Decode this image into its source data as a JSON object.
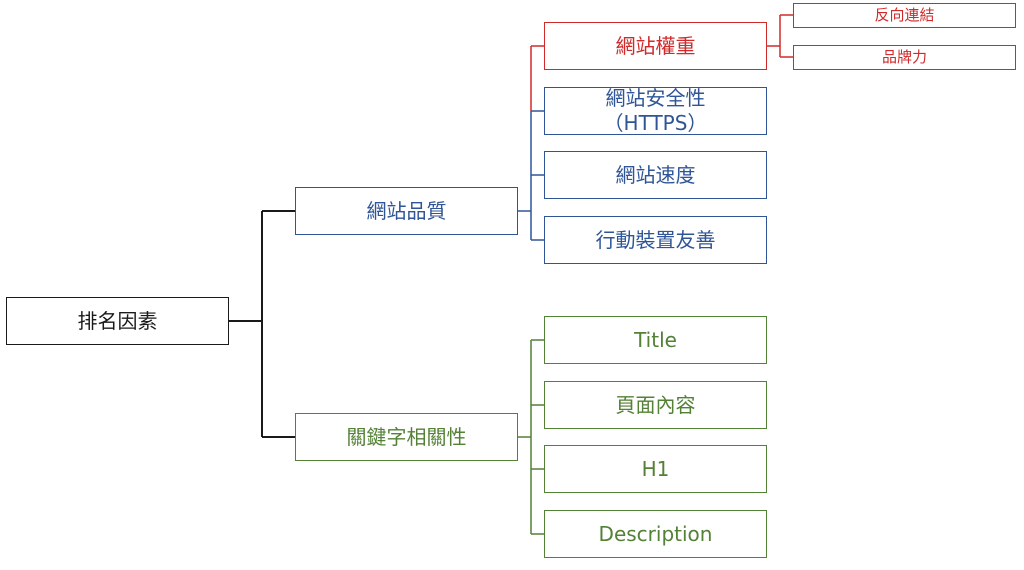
{
  "colors": {
    "root": "#1a1a1a",
    "quality": "#2f5597",
    "authority": "#d02a2a",
    "relevance": "#538135"
  },
  "root": {
    "label": "排名因素"
  },
  "quality": {
    "label": "網站品質",
    "children": {
      "authority": {
        "label": "網站權重",
        "children": {
          "backlinks": "反向連結",
          "brand": "品牌力"
        }
      },
      "https": {
        "line1": "網站安全性",
        "line2": "（HTTPS）"
      },
      "speed": "網站速度",
      "mobile": "行動裝置友善"
    }
  },
  "relevance": {
    "label": "關鍵字相關性",
    "children": {
      "title": "Title",
      "content": "頁面內容",
      "h1": "H1",
      "description": "Description"
    }
  }
}
